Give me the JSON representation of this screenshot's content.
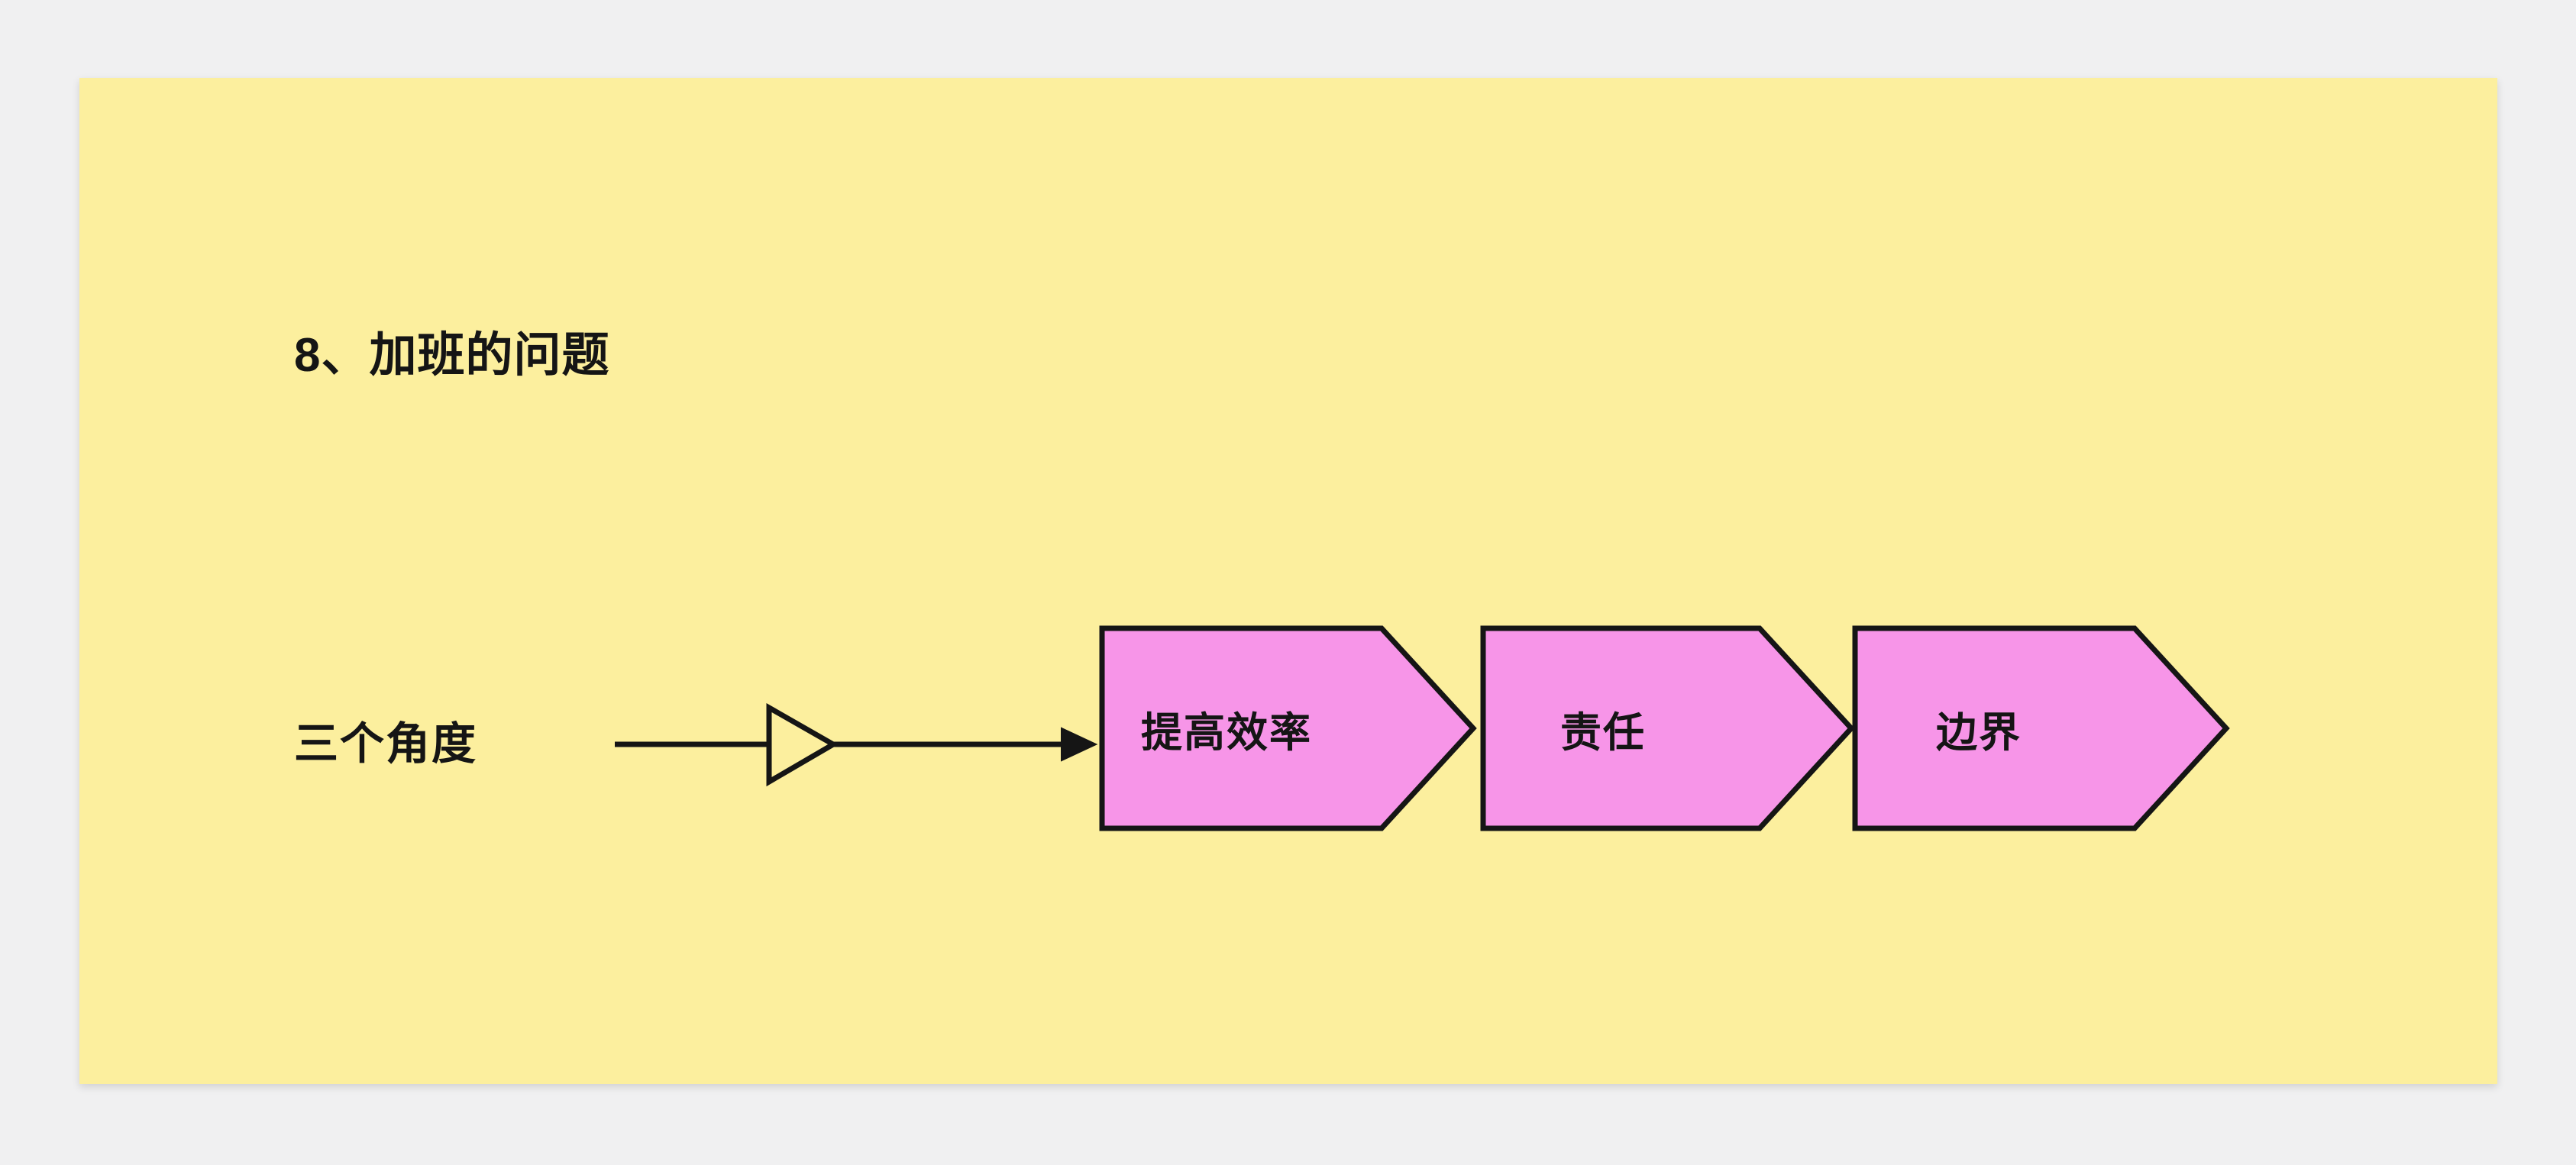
{
  "page": {
    "background_color": "#f0f0f1",
    "canvas_color": "#fcef9e"
  },
  "slide": {
    "title": "8、加班的问题",
    "source_label": "三个角度",
    "accent_color": "#f795e8",
    "outline_color": "#151515"
  },
  "connector": {
    "name": "arrow-connector",
    "marker": "hollow-triangle",
    "head": "solid-arrowhead",
    "direction": "right"
  },
  "flow": {
    "steps": [
      {
        "label": "提高效率",
        "fill": "#f795e8"
      },
      {
        "label": "责任",
        "fill": "#f795e8"
      },
      {
        "label": "边界",
        "fill": "#f795e8"
      }
    ]
  }
}
